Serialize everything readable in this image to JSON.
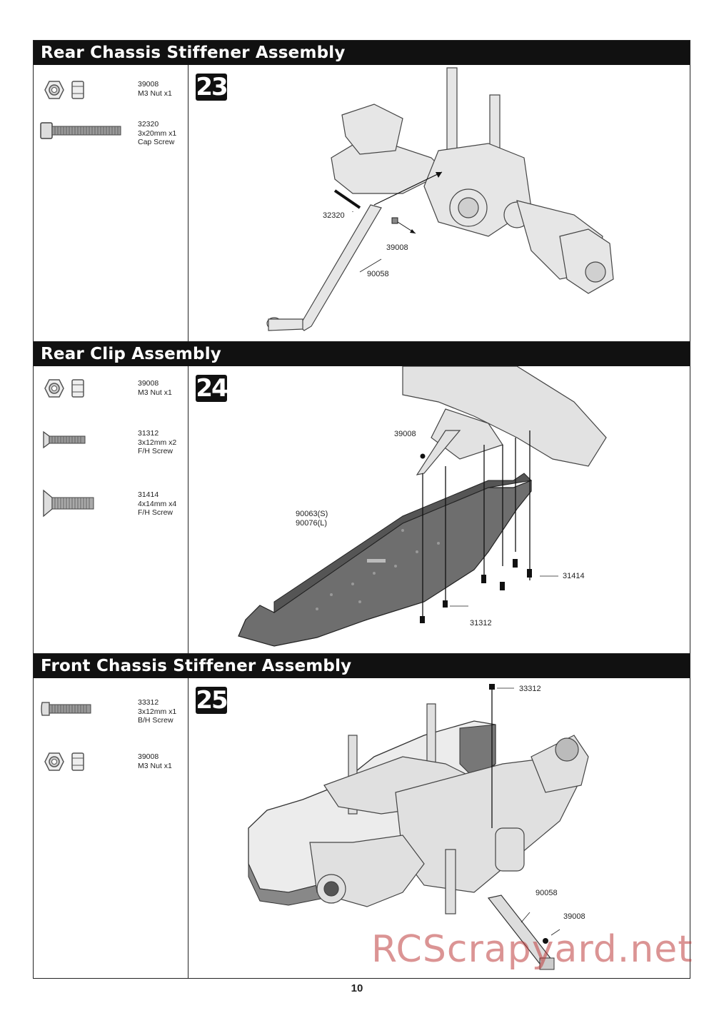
{
  "sections": [
    {
      "title": "Rear Chassis Stiffener Assembly",
      "step": "23",
      "parts": [
        {
          "code": "39008",
          "size": "M3 Nut x1",
          "type": ""
        },
        {
          "code": "32320",
          "size": "3x20mm x1",
          "type": "Cap Screw"
        }
      ],
      "callouts": [
        "32320",
        "39008",
        "90058"
      ]
    },
    {
      "title": "Rear Clip Assembly",
      "step": "24",
      "parts": [
        {
          "code": "39008",
          "size": "M3 Nut x1",
          "type": ""
        },
        {
          "code": "31312",
          "size": "3x12mm x2",
          "type": "F/H Screw"
        },
        {
          "code": "31414",
          "size": "4x14mm x4",
          "type": "F/H Screw"
        }
      ],
      "callouts": [
        "39008",
        "90063(S)",
        "90076(L)",
        "31414",
        "31312"
      ]
    },
    {
      "title": "Front Chassis Stiffener Assembly",
      "step": "25",
      "parts": [
        {
          "code": "33312",
          "size": "3x12mm x1",
          "type": "B/H Screw"
        },
        {
          "code": "39008",
          "size": "M3 Nut x1",
          "type": ""
        }
      ],
      "callouts": [
        "33312",
        "90058",
        "39008"
      ]
    }
  ],
  "page_number": "10",
  "watermark": "RCScrapyard.net",
  "icons": [
    "hex-nut-icon",
    "cap-screw-icon",
    "flat-head-screw-icon",
    "button-head-screw-icon"
  ]
}
